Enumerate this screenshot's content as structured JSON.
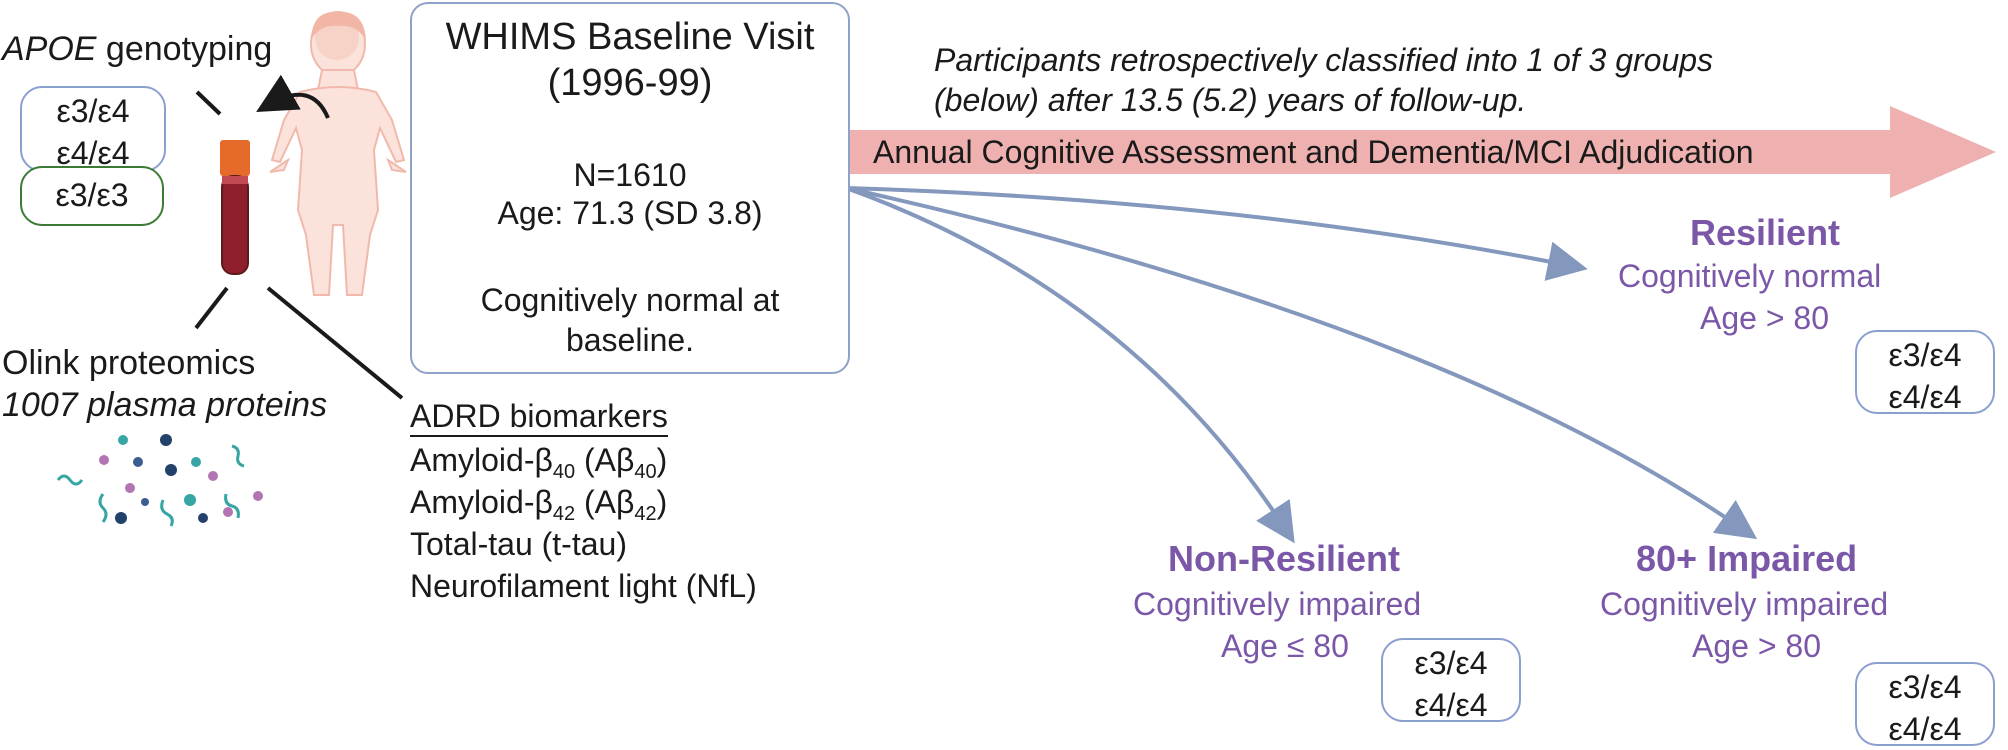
{
  "apoe": {
    "title_gene": "APOE",
    "title_rest": " genotyping",
    "risk_genotypes": [
      "ε3/ε4",
      "ε4/ε4"
    ],
    "reference_genotype": "ε3/ε3"
  },
  "olink": {
    "title": "Olink proteomics",
    "subtitle": "1007 plasma proteins"
  },
  "baseline": {
    "title": "WHIMS Baseline Visit (1996-99)",
    "n": "N=1610",
    "age": "Age: 71.3 (SD 3.8)",
    "status": "Cognitively normal at baseline."
  },
  "biomarkers": {
    "title": "ADRD biomarkers",
    "items": [
      {
        "main": "Amyloid-β",
        "sub": "40",
        "paren_open": " (Aβ",
        "paren_sub": "40",
        "paren_close": ")"
      },
      {
        "main": "Amyloid-β",
        "sub": "42",
        "paren_open": " (Aβ",
        "paren_sub": "42",
        "paren_close": ")"
      },
      {
        "text": "Total-tau (t-tau)"
      },
      {
        "text": "Neurofilament light (NfL)"
      }
    ]
  },
  "followup": {
    "note_line1": "Participants retrospectively classified into 1 of 3 groups",
    "note_line2": "(below) after 13.5 (5.2) years of follow-up.",
    "assessment": "Annual Cognitive Assessment and Dementia/MCI Adjudication"
  },
  "groups": {
    "resilient": {
      "name": "Resilient",
      "description": "Cognitively normal",
      "age": "Age > 80",
      "genotypes": [
        "ε3/ε4",
        "ε4/ε4"
      ]
    },
    "non_resilient": {
      "name": "Non-Resilient",
      "description": "Cognitively impaired",
      "age": "Age ≤ 80",
      "genotypes": [
        "ε3/ε4",
        "ε4/ε4"
      ]
    },
    "impaired_80": {
      "name": "80+ Impaired",
      "description": "Cognitively impaired",
      "age": "Age > 80",
      "genotypes": [
        "ε3/ε4",
        "ε4/ε4"
      ]
    }
  },
  "colors": {
    "group_purple": "#7b57a8",
    "arrow_pink": "#eeb1b0",
    "connector_blue": "#8497bd",
    "risk_border": "#8aa0cf",
    "reference_border": "#3d7a35",
    "blood_red": "#8f1f2a",
    "tube_cap": "#e66b2b"
  },
  "icons": [
    "human-figure-icon",
    "blood-tube-icon",
    "protein-particles-icon"
  ]
}
